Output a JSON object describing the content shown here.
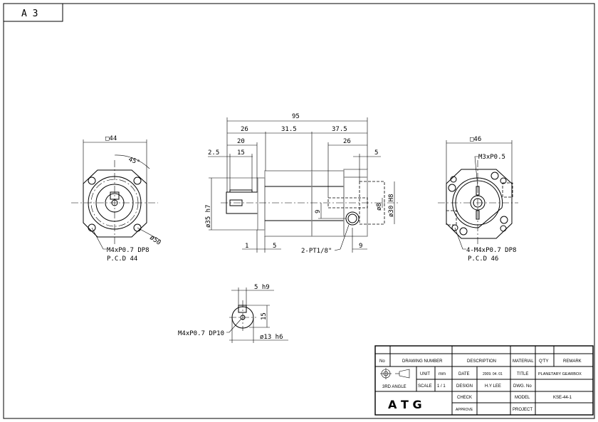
{
  "sheet_size": "A 3",
  "front_view": {
    "square_dim": "□44",
    "angle": "45°",
    "diameter": "ø50",
    "hole_note": "M4xP0.7  DP8",
    "pcd": "P.C.D  44"
  },
  "side_view": {
    "overall": "95",
    "seg1": "26",
    "seg2": "31.5",
    "seg3": "37.5",
    "shaft_len": "20",
    "key_len": "15",
    "key_offset": "2.5",
    "rear_depth": "26",
    "rear_offset": "5",
    "shaft_dia": "ø35  h7",
    "bore_small": "ø8",
    "bore_large": "ø30  H8",
    "offset_9": "9",
    "flange_1": "1",
    "flange_5": "5",
    "port_note": "2-PT1/8\"",
    "port_9": "9"
  },
  "rear_view": {
    "square_dim": "□46",
    "tap_note": "M3xP0.5",
    "hole_note": "4-M4xP0.7  DP8",
    "pcd": "P.C.D  46"
  },
  "shaft_section": {
    "key_width": "5  h9",
    "key_height": "15",
    "tap_note": "M4xP0.7  DP10",
    "diameter": "ø13  h6"
  },
  "title_block": {
    "headers": {
      "no": "No",
      "drawing_number": "DRAWING NUMBER",
      "description": "DESCRIPTION",
      "material": "MATERIAL",
      "qty": "Q'TY",
      "remark": "REMARK"
    },
    "projection": "3RD ANGLE",
    "unit_label": "UNIT",
    "unit_value": "mm",
    "scale_label": "SCALE",
    "scale_value": "1 / 1",
    "date_label": "DATE",
    "date_value": "2009. 04. 01",
    "design_label": "DESIGN",
    "design_value": "H.Y LEE",
    "check_label": "CHECK",
    "approve_label": "APPROVE",
    "title_label": "TITLE",
    "title_value": "PLANETARY GEARBOX",
    "dwg_label": "DWG. No",
    "model_label": "MODEL",
    "model_value": "KSE-44-1",
    "project_label": "PROJECT",
    "logo": "A T G"
  }
}
